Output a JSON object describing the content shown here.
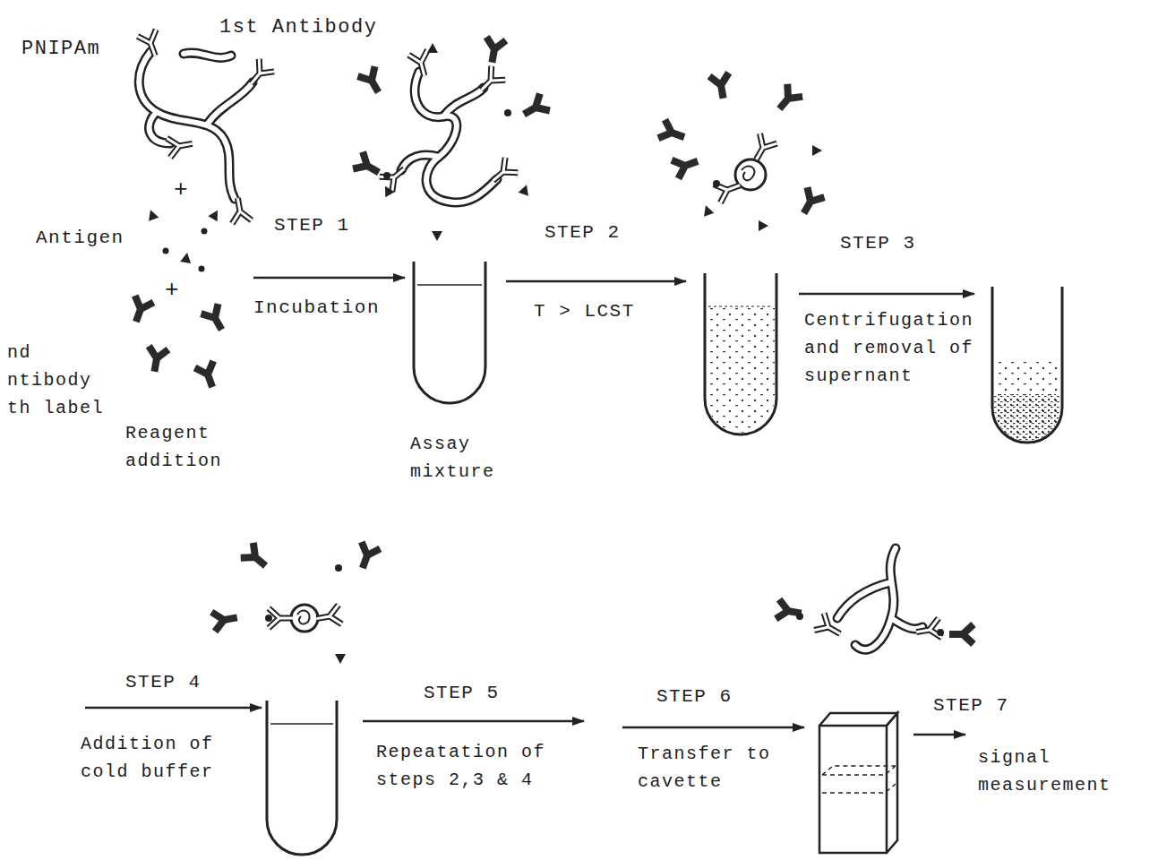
{
  "diagram": {
    "labels": [
      "1st Antibody",
      "PNIPAm",
      "+",
      "Antigen",
      "+",
      "nd ntibody th label",
      "Reagent addition",
      "STEP 1",
      "Incubation",
      "Assay mixture",
      "STEP 2",
      "T > LCST",
      "STEP 3",
      "Centrifugation and removal of supernant",
      "STEP 4",
      "Addition of cold buffer",
      "STEP 5",
      "Repeatation of steps 2,3 & 4",
      "STEP 6",
      "Transfer to cavette",
      "STEP 7",
      "signal measurement"
    ]
  }
}
